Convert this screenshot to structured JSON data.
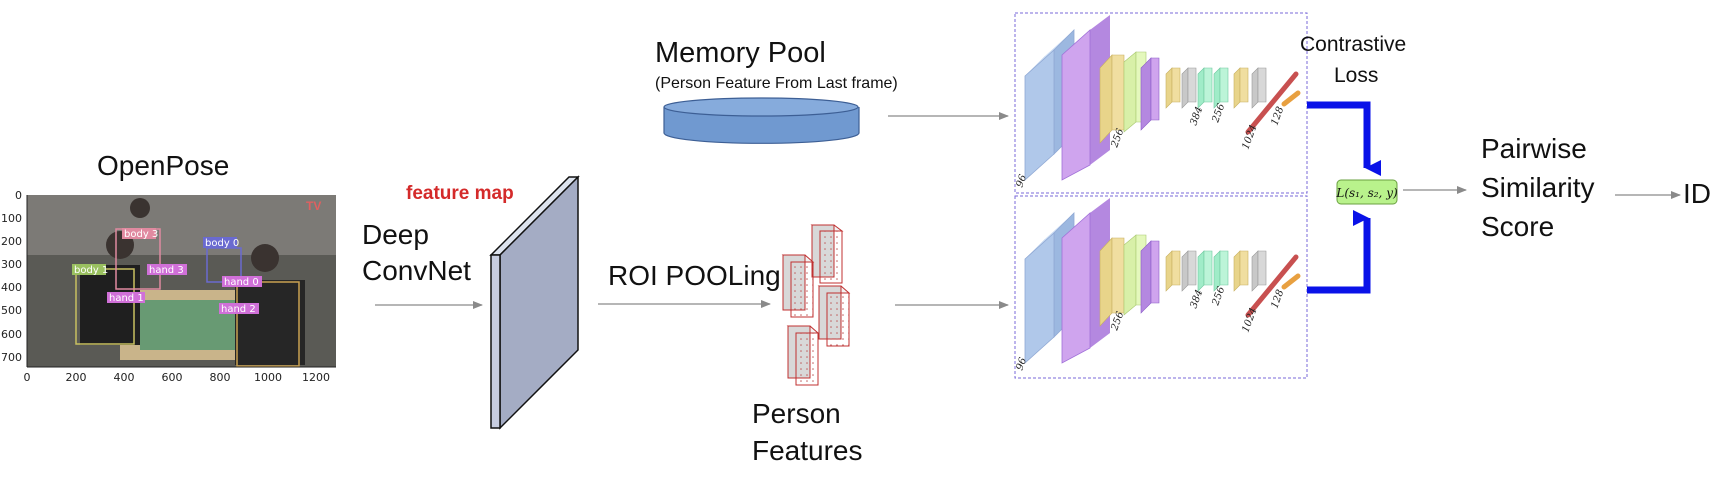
{
  "labels": {
    "openpose": "OpenPose",
    "feature_map": "feature map",
    "deep": "Deep",
    "convnet": "ConvNet",
    "roi_pooling": "ROI POOLing",
    "person": "Person",
    "features": "Features",
    "memory_pool": "Memory Pool",
    "memory_pool_sub": "(Person Feature From Last frame)",
    "contrastive": "Contrastive",
    "loss": "Loss",
    "loss_formula": "L(s₁, s₂, y)",
    "pairwise": "Pairwise",
    "similarity": "Similarity",
    "score": "Score",
    "id": "ID"
  },
  "detection_image": {
    "y_ticks": [
      "0",
      "100",
      "200",
      "300",
      "400",
      "500",
      "600",
      "700"
    ],
    "x_ticks": [
      "0",
      "200",
      "400",
      "600",
      "800",
      "1000",
      "1200"
    ],
    "boxes": [
      "body 3",
      "body 0",
      "body 1",
      "hand 3",
      "hand 1",
      "hand 0",
      "hand 2"
    ],
    "watermark": "TV"
  },
  "network": {
    "layer_sizes": [
      "96",
      "256",
      "384",
      "256",
      "1024",
      "128"
    ]
  },
  "colors": {
    "feature_map_label": "#d42a2a",
    "arrow_gray": "#8a8a8a",
    "arrow_blue": "#0a12e8",
    "memory_pool": "#7099d0",
    "loss_box": "#b9f28c"
  }
}
